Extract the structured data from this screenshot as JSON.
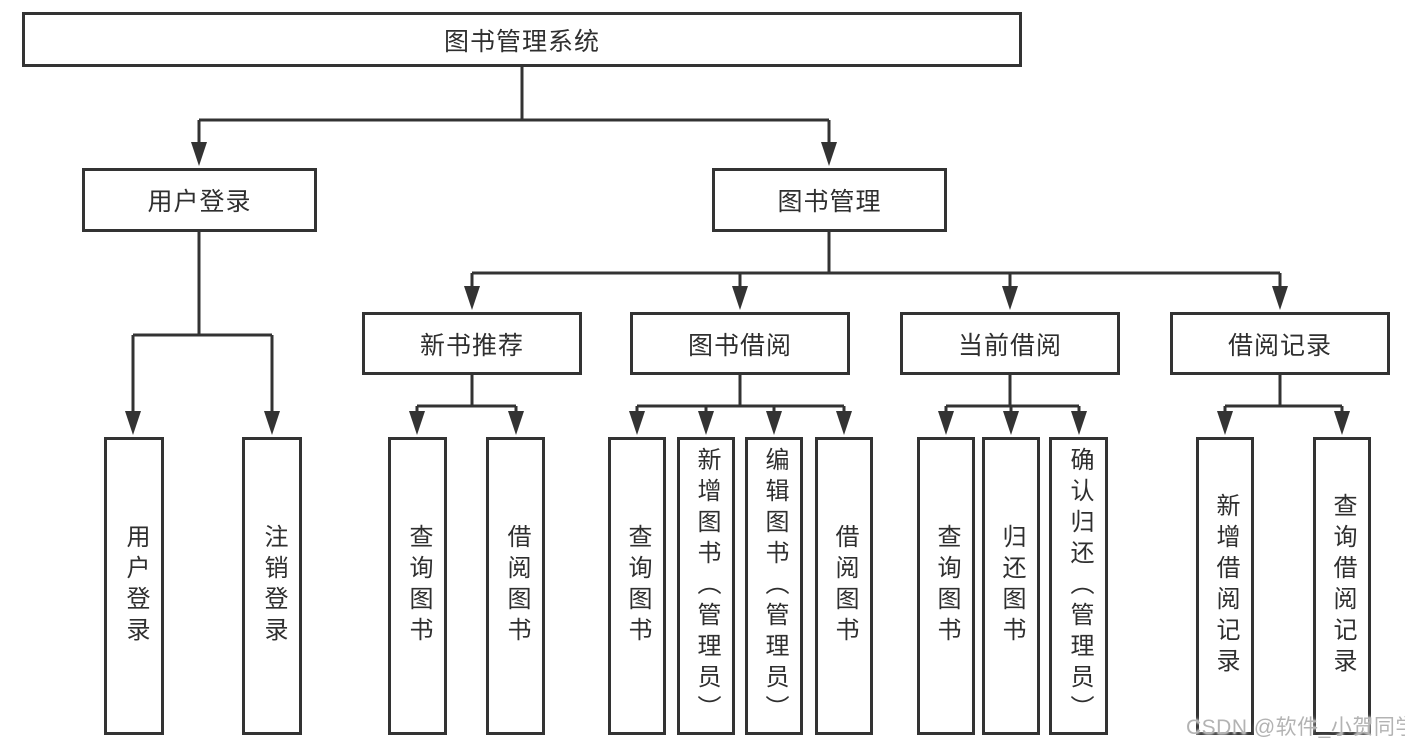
{
  "colors": {
    "line": "#333333",
    "text": "#2f2f2f",
    "background": "#ffffff",
    "watermark": "#b3b3b3"
  },
  "watermark": {
    "text": "CSDN @软件_小贺同学"
  },
  "tree": {
    "label": "图书管理系统",
    "children": [
      {
        "label": "用户登录",
        "children": [
          {
            "label": "用户登录"
          },
          {
            "label": "注销登录"
          }
        ]
      },
      {
        "label": "图书管理",
        "children": [
          {
            "label": "新书推荐",
            "children": [
              {
                "label": "查询图书"
              },
              {
                "label": "借阅图书"
              }
            ]
          },
          {
            "label": "图书借阅",
            "children": [
              {
                "label": "查询图书"
              },
              {
                "label": "新增图书（管理员）"
              },
              {
                "label": "编辑图书（管理员）"
              },
              {
                "label": "借阅图书"
              }
            ]
          },
          {
            "label": "当前借阅",
            "children": [
              {
                "label": "查询图书"
              },
              {
                "label": "归还图书"
              },
              {
                "label": "确认归还（管理员）"
              }
            ]
          },
          {
            "label": "借阅记录",
            "children": [
              {
                "label": "新增借阅记录"
              },
              {
                "label": "查询借阅记录"
              }
            ]
          }
        ]
      }
    ]
  }
}
